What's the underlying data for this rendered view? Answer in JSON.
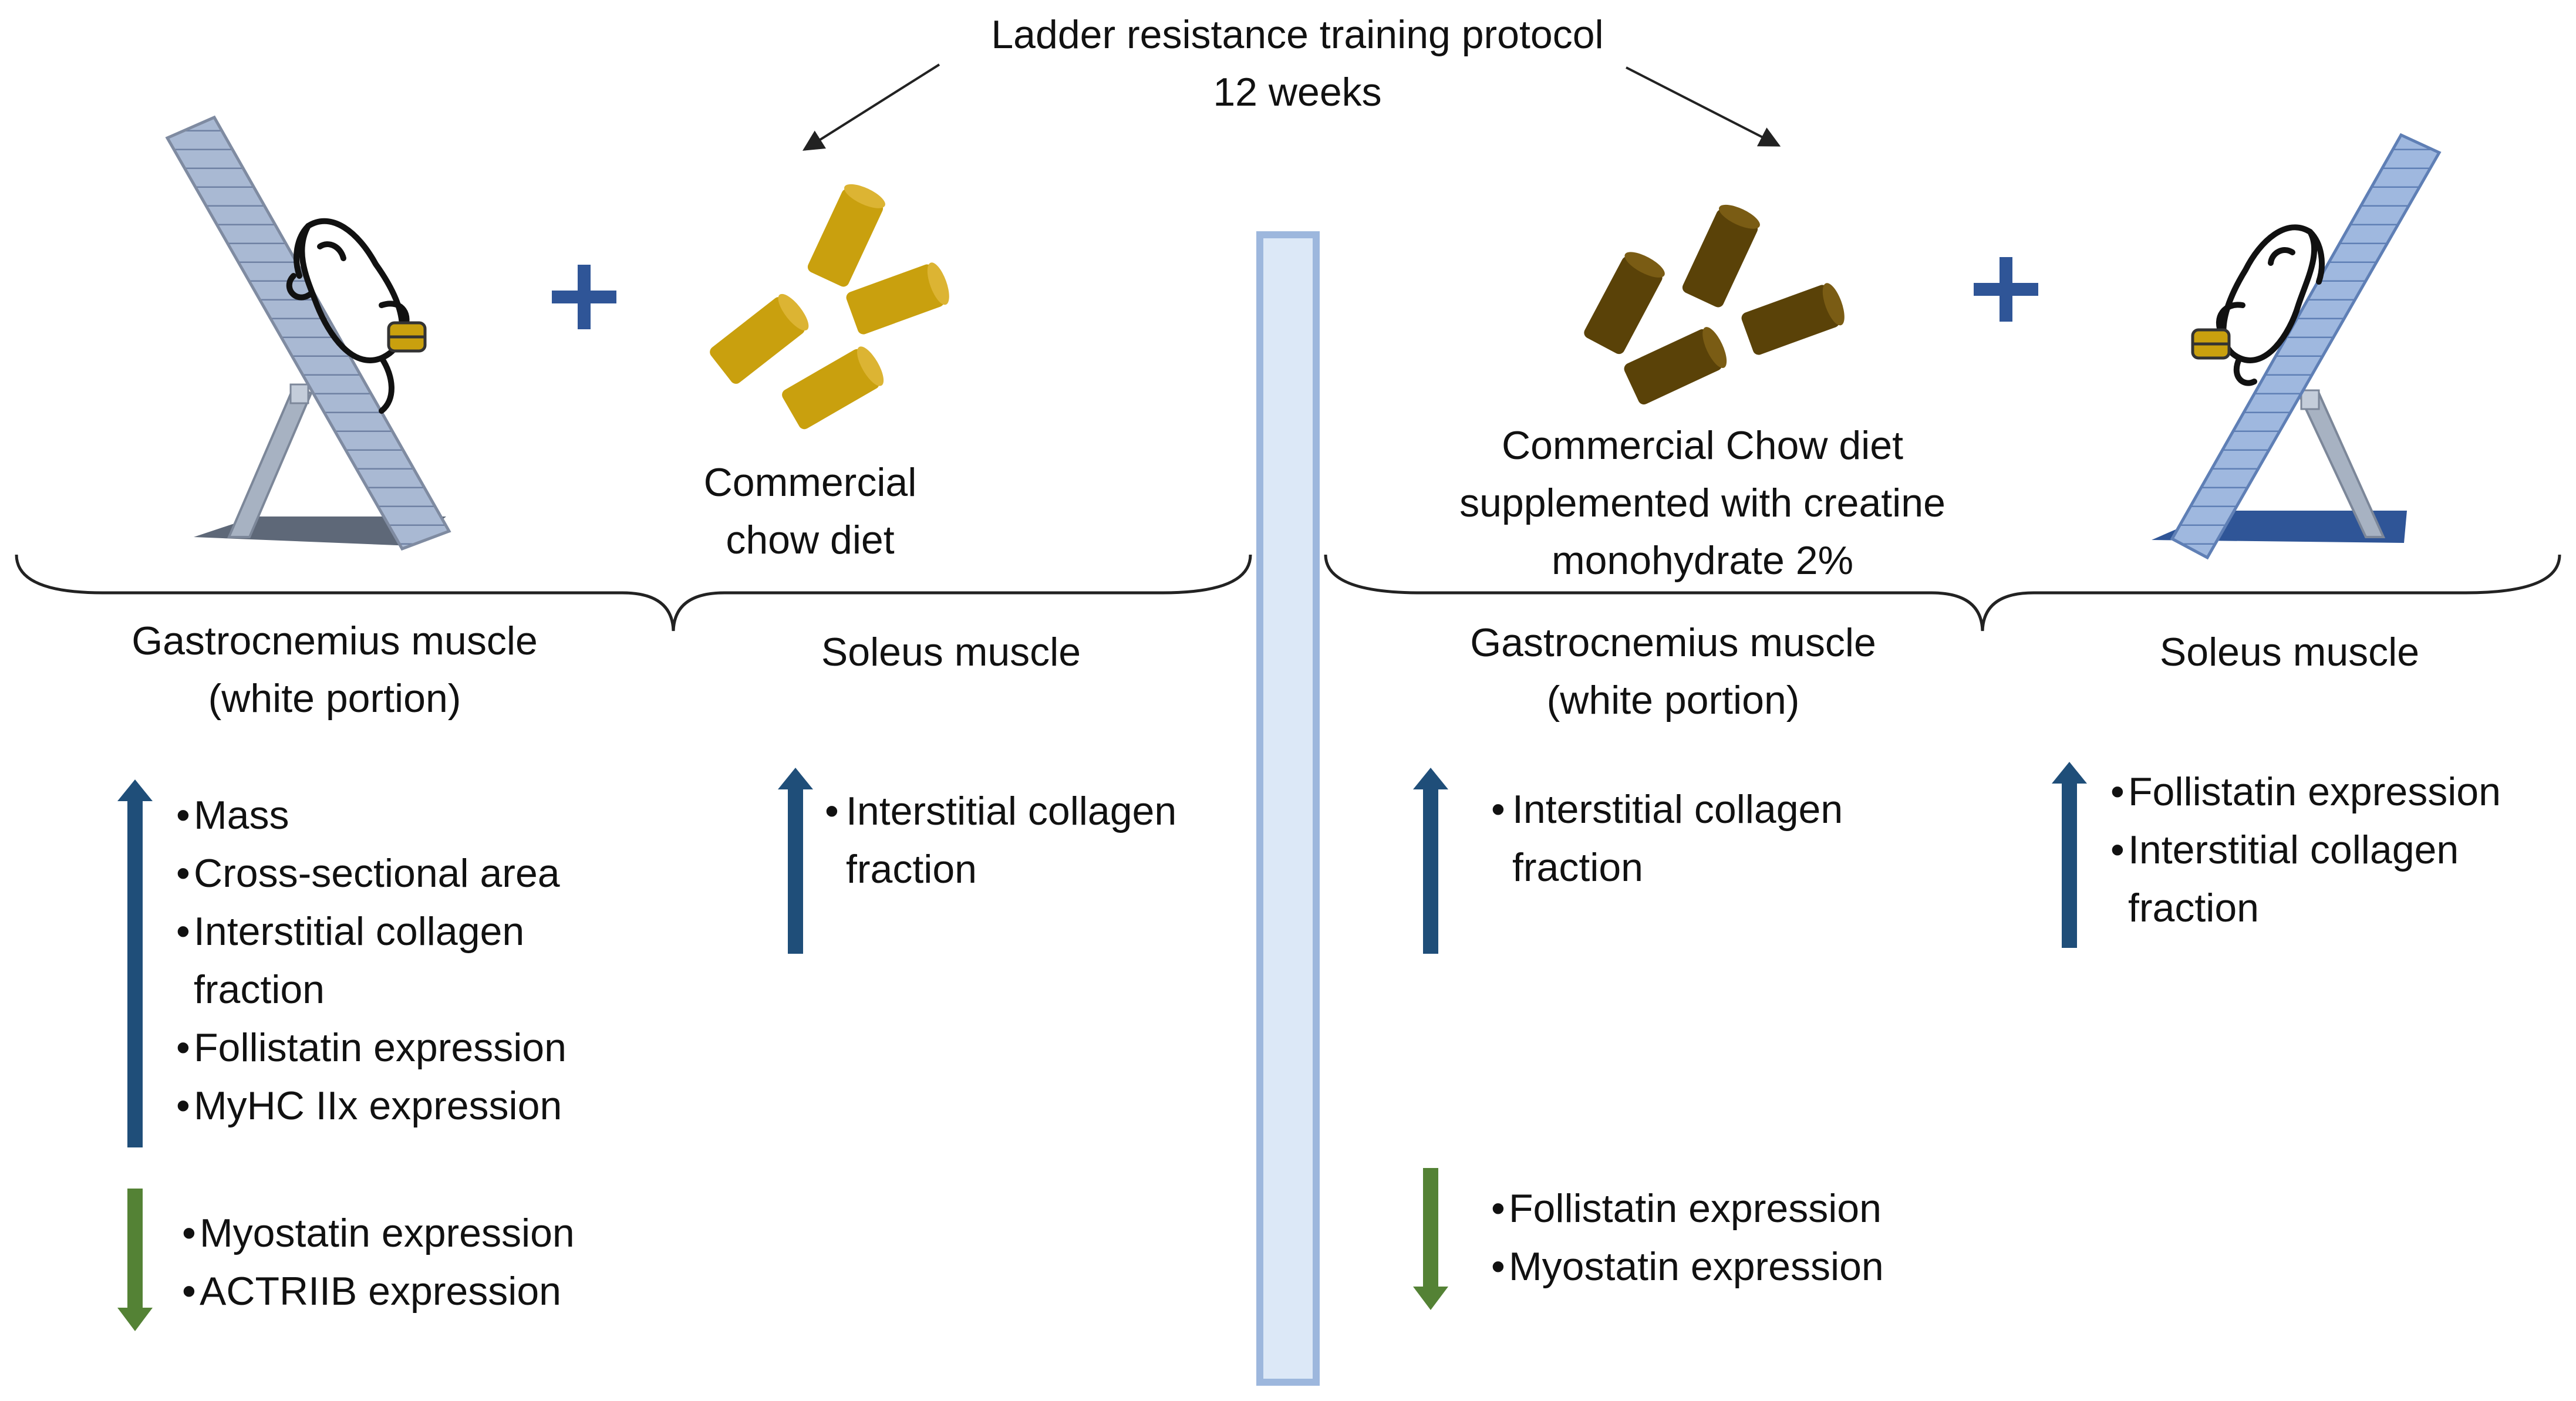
{
  "title": {
    "line1": "Ladder resistance training protocol",
    "line2": "12 weeks"
  },
  "left_group": {
    "diet_label": [
      "Commercial",
      "chow diet"
    ],
    "plus_sign": "+",
    "gastrocnemius": {
      "heading": [
        "Gastrocnemius muscle",
        "(white portion)"
      ],
      "increased": [
        "Mass",
        "Cross-sectional area",
        "Interstitial collagen fraction",
        "Follistatin expression",
        "MyHC IIx expression"
      ],
      "decreased": [
        "Myostatin expression",
        "ACTRIIB expression"
      ]
    },
    "soleus": {
      "heading": "Soleus muscle",
      "increased": [
        "Interstitial collagen fraction"
      ]
    }
  },
  "right_group": {
    "diet_label": [
      "Commercial Chow diet",
      "supplemented with creatine",
      "monohydrate 2%"
    ],
    "plus_sign": "+",
    "gastrocnemius": {
      "heading": [
        "Gastrocnemius muscle",
        "(white portion)"
      ],
      "increased": [
        "Interstitial collagen fraction"
      ],
      "decreased": [
        "Follistatin expression",
        "Myostatin expression"
      ]
    },
    "soleus": {
      "heading": "Soleus muscle",
      "increased": [
        "Follistatin expression",
        "Interstitial collagen fraction"
      ]
    }
  },
  "colors": {
    "up_arrow": "#1f4e79",
    "down_arrow": "#548235",
    "plus": "#2f5597",
    "chow_regular": "#c9a00e",
    "chow_creatine": "#5a4208",
    "divider_fill": "#dce8f7",
    "divider_stroke": "#9db7dd"
  },
  "icons": {
    "ladder": "ladder-icon",
    "rat": "rat-icon",
    "weight": "weight-icon",
    "pellet": "chow-pellet-icon"
  }
}
